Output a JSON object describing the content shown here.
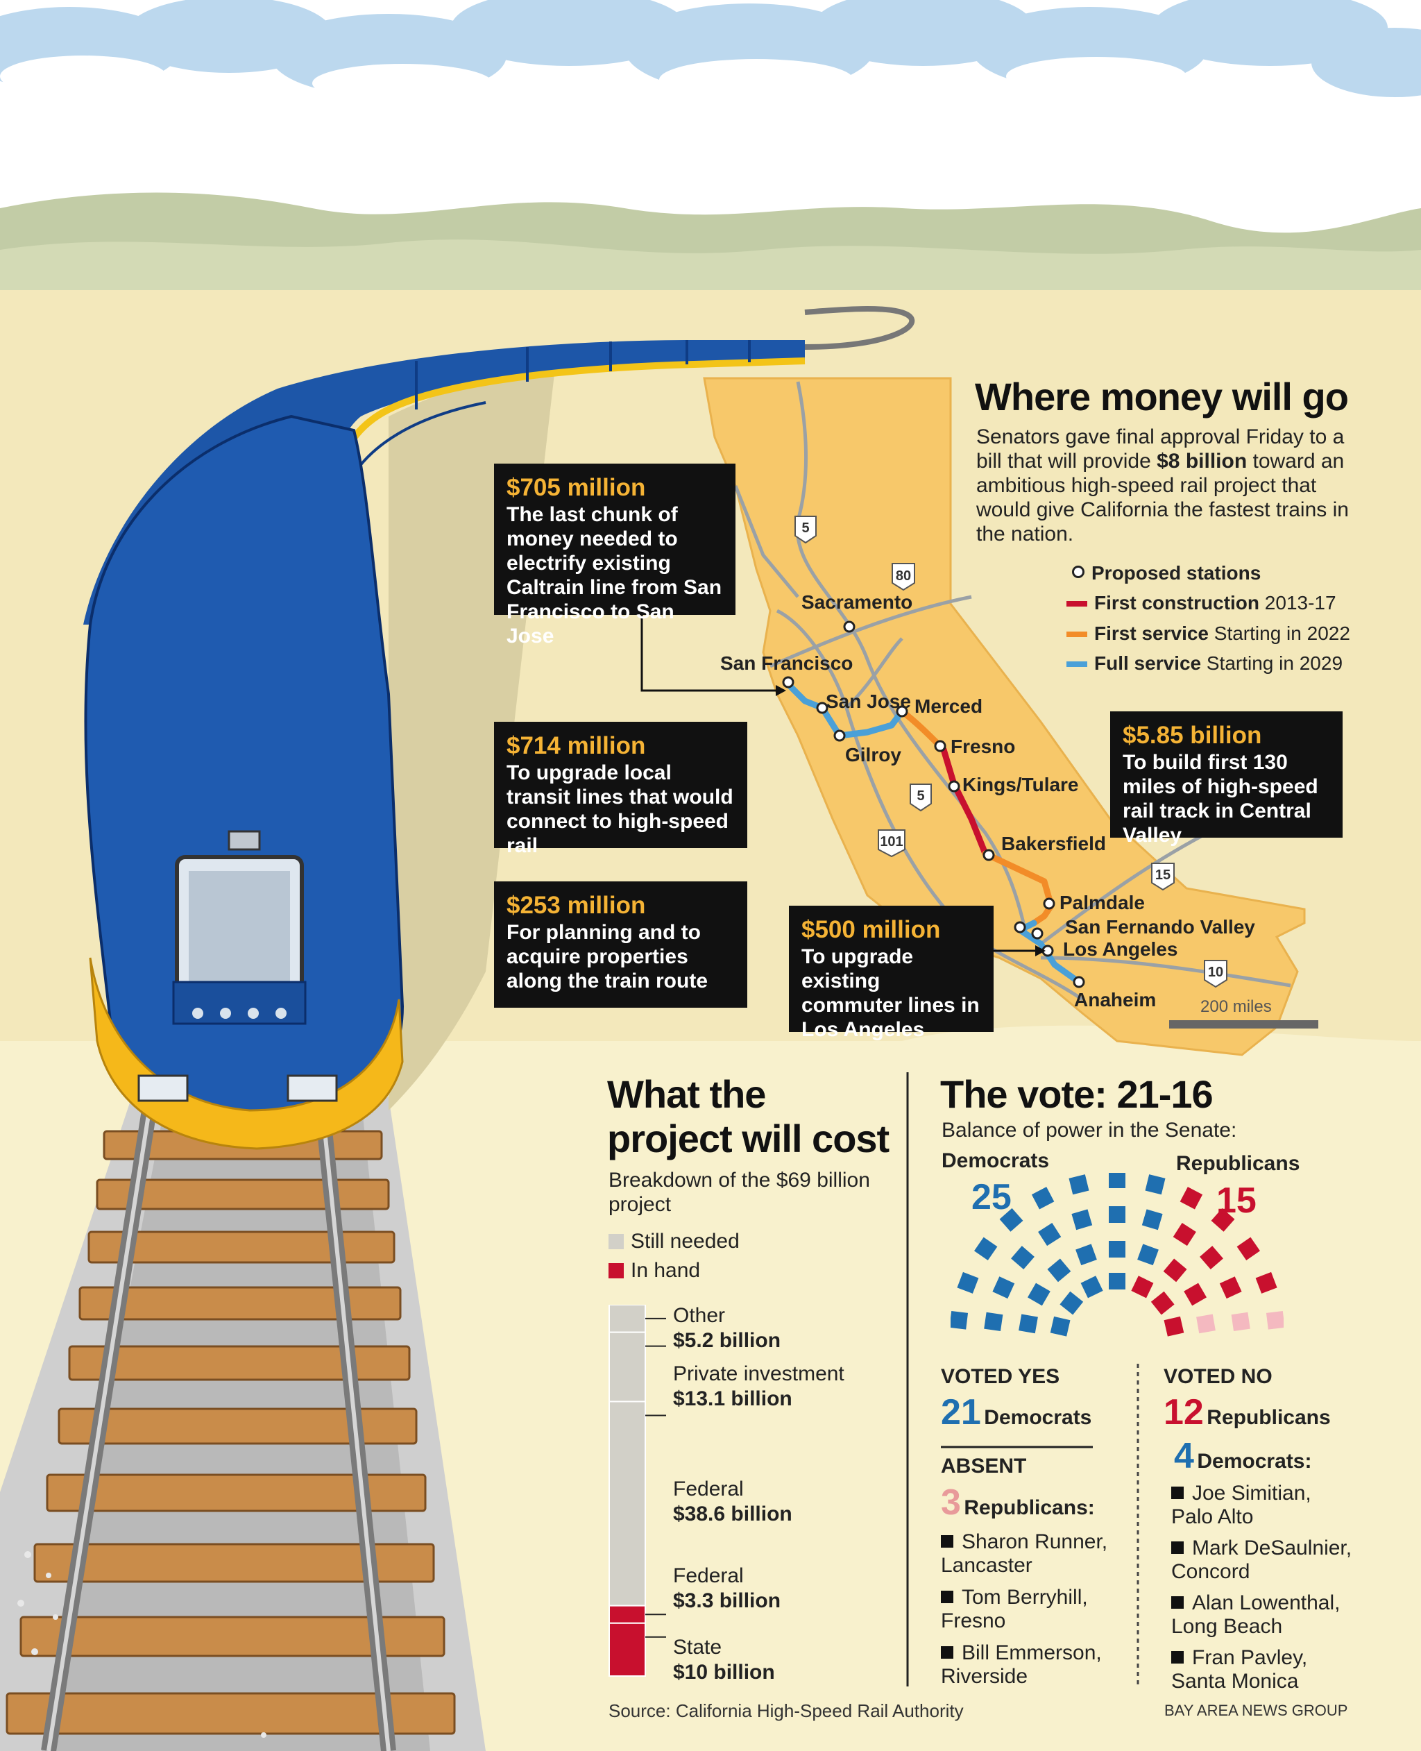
{
  "header": {
    "title": "Where money will go",
    "intro_part1": "Senators gave final approval Friday to a bill that will provide ",
    "intro_bold": "$8 billion",
    "intro_part2": " toward an ambitious high-speed rail project that would give California the fastest trains in the nation."
  },
  "legend": {
    "stations": "Proposed stations",
    "first_construction": "First construction",
    "first_construction_years": "2013-17",
    "first_service": "First service",
    "first_service_years": "Starting in 2022",
    "full_service": "Full service",
    "full_service_years": "Starting in 2029",
    "colors": {
      "construction": "#c8102e",
      "first_service": "#f28c28",
      "full_service": "#4aa0d8"
    }
  },
  "map": {
    "cities": {
      "sacramento": "Sacramento",
      "san_francisco": "San Francisco",
      "san_jose": "San Jose",
      "merced": "Merced",
      "gilroy": "Gilroy",
      "fresno": "Fresno",
      "kings_tulare": "Kings/Tulare",
      "bakersfield": "Bakersfield",
      "palmdale": "Palmdale",
      "san_fernando_valley": "San Fernando Valley",
      "los_angeles": "Los Angeles",
      "anaheim": "Anaheim"
    },
    "highways": {
      "i5_north": "5",
      "i80": "80",
      "i5_south": "5",
      "us101": "101",
      "i15": "15",
      "i10": "10"
    },
    "scale": "200 miles"
  },
  "callouts": [
    {
      "amount": "$705 million",
      "text": "The last chunk of money needed to electrify existing Caltrain line from San Francisco to San Jose"
    },
    {
      "amount": "$714 million",
      "text": "To upgrade local transit lines that would connect to high-speed rail"
    },
    {
      "amount": "$253 million",
      "text": "For planning and to acquire properties along the train route"
    },
    {
      "amount": "$500 million",
      "text": "To upgrade existing commuter lines in Los Angeles"
    },
    {
      "amount": "$5.85 billion",
      "text": "To build first 130 miles of high-speed rail track in Central Valley"
    }
  ],
  "cost": {
    "title": "What the project will cost",
    "subtitle": "Breakdown of the $69 billion project",
    "legend_still": "Still needed",
    "legend_hand": "In hand",
    "colors": {
      "still_needed": "#d2d0c8",
      "in_hand": "#c8102e"
    },
    "segments": [
      {
        "label": "Other",
        "value": "$5.2 billion",
        "amount": 5.2,
        "status": "still"
      },
      {
        "label": "Private investment",
        "value": "$13.1 billion",
        "amount": 13.1,
        "status": "still"
      },
      {
        "label": "Federal",
        "value": "$38.6 billion",
        "amount": 38.6,
        "status": "still"
      },
      {
        "label": "Federal",
        "value": "$3.3 billion",
        "amount": 3.3,
        "status": "hand"
      },
      {
        "label": "State",
        "value": "$10 billion",
        "amount": 10,
        "status": "hand"
      }
    ]
  },
  "vote": {
    "title": "The vote: 21-16",
    "subtitle": "Balance of power in the Senate:",
    "democrats_label": "Democrats",
    "democrats_count": "25",
    "republicans_label": "Republicans",
    "republicans_count": "15",
    "colors": {
      "dem": "#1f6fb0",
      "rep": "#c8102e",
      "rep_absent": "#f4b9c0"
    },
    "voted_yes_label": "VOTED YES",
    "yes_count": "21",
    "yes_party": "Democrats",
    "absent_label": "ABSENT",
    "absent_count": "3",
    "absent_party": "Republicans:",
    "absent_names": [
      "Sharon Runner, Lancaster",
      "Tom Berryhill, Fresno",
      "Bill Emmerson, Riverside"
    ],
    "voted_no_label": "VOTED NO",
    "no_rep_count": "12",
    "no_rep_party": "Republicans",
    "no_dem_count": "4",
    "no_dem_party": "Democrats:",
    "no_dem_names": [
      "Joe Simitian, Palo Alto",
      "Mark DeSaulnier, Concord",
      "Alan Lowenthal, Long Beach",
      "Fran Pavley, Santa Monica"
    ]
  },
  "footer": {
    "source": "Source: California High-Speed Rail Authority",
    "credit": "BAY AREA NEWS GROUP"
  }
}
